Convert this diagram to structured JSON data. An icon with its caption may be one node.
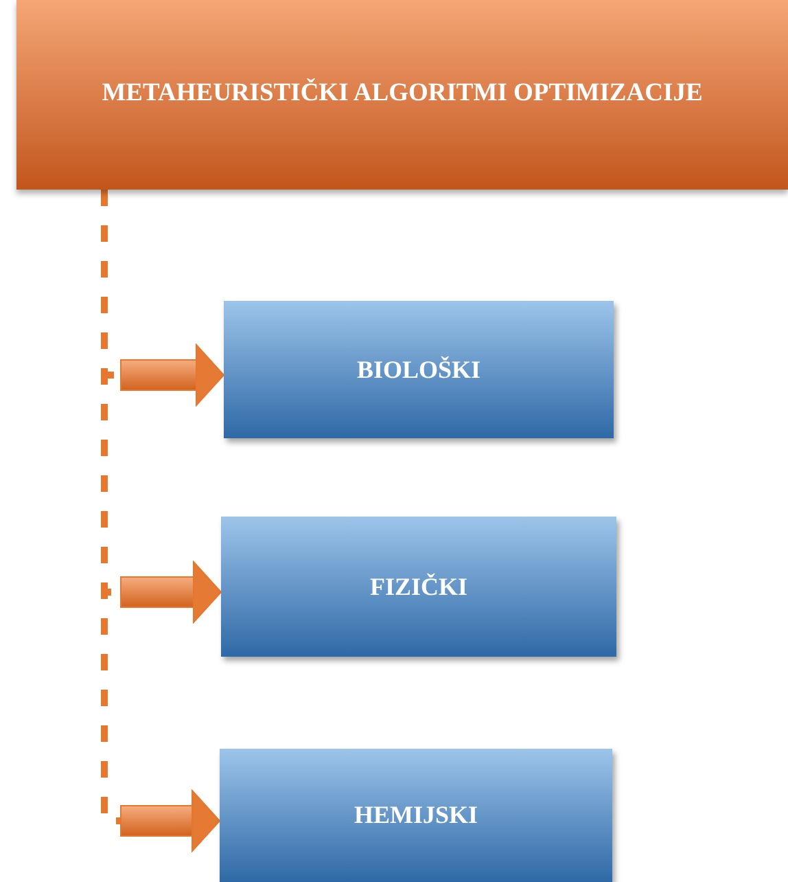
{
  "diagram": {
    "nodes": [
      {
        "text": [
          "METAHEURISTIČKI ALGORITMI OPTIMIZACIJE"
        ]
      },
      {
        "text": [
          "BIOLOŠKI"
        ]
      },
      {
        "text": [
          "FIZIČKI"
        ]
      },
      {
        "text": [
          "HEMIJSKI"
        ]
      }
    ],
    "edges": [
      {
        "from": 0,
        "to": 1,
        "arrow": "to",
        "style": "dashed",
        "color": "#e8772e"
      },
      {
        "from": 0,
        "to": 2,
        "arrow": "to",
        "style": "dashed",
        "color": "#e8772e"
      },
      {
        "from": 0,
        "to": 3,
        "arrow": "to",
        "style": "dashed",
        "color": "#e8772e"
      }
    ]
  }
}
